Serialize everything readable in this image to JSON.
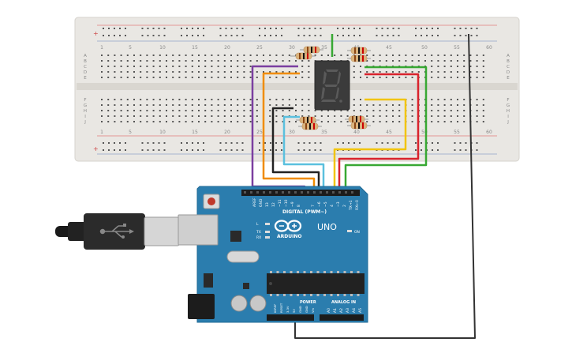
{
  "breadboard": {
    "column_numbers": [
      "1",
      "5",
      "10",
      "15",
      "20",
      "25",
      "30",
      "35",
      "40",
      "45",
      "50",
      "55",
      "60"
    ],
    "row_letters_top": [
      "A",
      "B",
      "C",
      "D",
      "E"
    ],
    "row_letters_bottom": [
      "F",
      "G",
      "H",
      "I",
      "J"
    ],
    "rail_plus": "+",
    "rail_minus": "−"
  },
  "display": {
    "digit": "8"
  },
  "arduino": {
    "logo": "ARDUINO",
    "model": "UNO",
    "digital_label": "DIGITAL (PWM~)",
    "on_label": "ON",
    "tx_label": "TX",
    "rx_label": "RX",
    "l_label": "L",
    "power_label": "POWER",
    "analog_label": "ANALOG IN",
    "digital_pins": [
      "AREF",
      "GND",
      "13",
      "12",
      "~11",
      "~10",
      "~9",
      "8",
      "7",
      "~6",
      "~5",
      "4",
      "~3",
      "2",
      "TX→1",
      "RX←0"
    ],
    "power_pins": [
      "IOREF",
      "RESET",
      "3.3V",
      "5V",
      "GND",
      "GND",
      "Vin"
    ],
    "analog_pins": [
      "A0",
      "A1",
      "A2",
      "A3",
      "A4",
      "A5"
    ]
  },
  "colors": {
    "board_blue": "#2b7dae",
    "breadboard": "#e9e7e3",
    "wire_purple": "#7b3fa0",
    "wire_orange": "#f08c00",
    "wire_black": "#222222",
    "wire_cyan": "#5bc0de",
    "wire_yellow": "#f1c40f",
    "wire_red": "#d9232d",
    "wire_green": "#38a833",
    "wire_dark": "#333333"
  }
}
